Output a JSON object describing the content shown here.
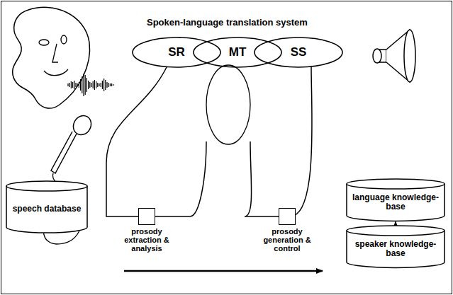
{
  "diagram": {
    "title": "Spoken-language translation system",
    "nodes": [
      {
        "text": [
          "SR"
        ]
      },
      {
        "text": [
          "MT"
        ]
      },
      {
        "text": [
          "SS"
        ]
      },
      {
        "text": [
          "prosody extraction & analysis"
        ]
      },
      {
        "text": [
          "prosody generation & control"
        ]
      },
      {
        "text": [
          "speech database"
        ]
      },
      {
        "text": [
          "language knowledge-base"
        ]
      },
      {
        "text": [
          "speaker knowledge-base"
        ]
      }
    ],
    "edges": [
      {
        "from": 0,
        "to": 3,
        "arrow": "none"
      },
      {
        "from": 3,
        "to": 1,
        "arrow": "none"
      },
      {
        "from": 1,
        "to": 4,
        "arrow": "none"
      },
      {
        "from": 4,
        "to": 2,
        "arrow": "none"
      },
      {
        "from": 7,
        "to": 6,
        "arrow": "to"
      }
    ]
  }
}
